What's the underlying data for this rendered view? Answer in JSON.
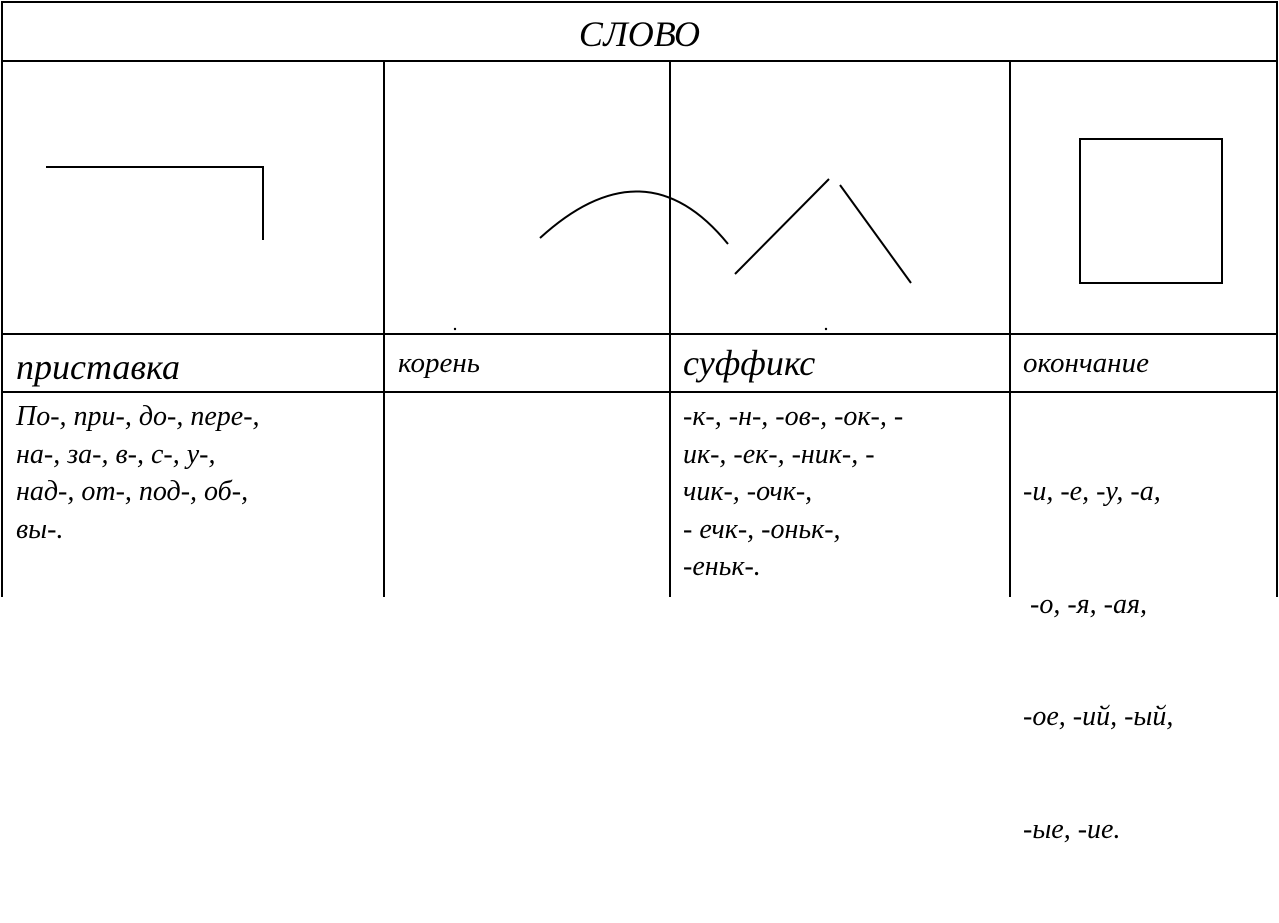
{
  "table": {
    "title": "СЛОВО",
    "columns": [
      {
        "header": "приставка",
        "symbol": "prefix-symbol",
        "items": [
          "По-, при-, до-, пере-,",
          "на-, за-, в-, с-, у-,",
          "над-, от-, под-, об-,",
          "вы-."
        ]
      },
      {
        "header": "корень",
        "symbol": "root-symbol",
        "items": []
      },
      {
        "header": "суффикс",
        "symbol": "suffix-symbol",
        "items": [
          "-к-, -н-, -ов-, -ок-, -",
          "ик-, -ек-, -ник-, -",
          "чик-, -очк-,",
          "- ечк-, -оньк-,",
          "-еньк-."
        ]
      },
      {
        "header": "окончание",
        "symbol": "ending-symbol",
        "items": [
          "-и, -е, -у, -а,",
          " -о, -я, -ая,",
          "-ое, -ий, -ый,",
          "-ые, -ие."
        ]
      }
    ]
  }
}
